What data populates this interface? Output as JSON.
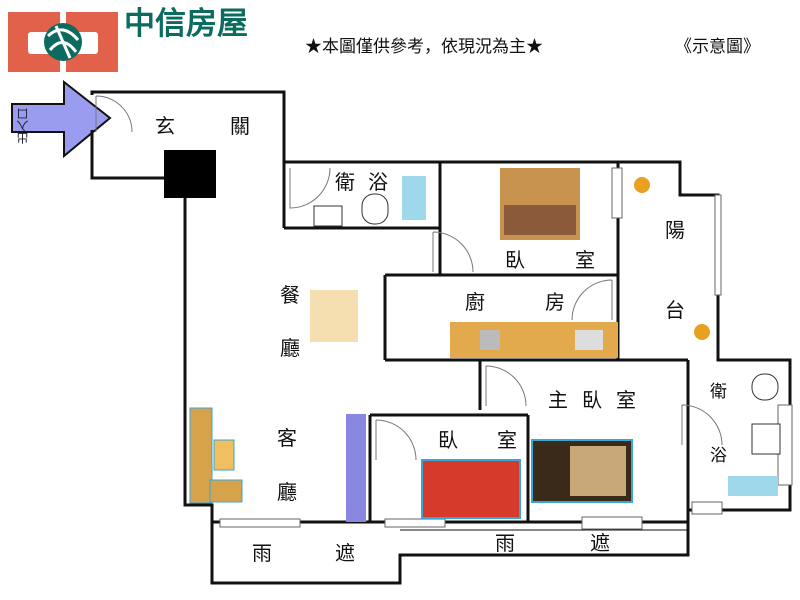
{
  "brand": {
    "name": "中信房屋",
    "logo_color": "#e2614a",
    "text_color": "#0b6b5e"
  },
  "header": {
    "note": "★本圖僅供參考，依現況為主★",
    "diagram_tag": "《示意圖》"
  },
  "entrance": {
    "label": "出入口",
    "arrow_color": "#9a9cf0"
  },
  "rooms": {
    "foyer": [
      "玄",
      "關"
    ],
    "bath1": [
      "衛",
      "浴"
    ],
    "bedroom1": [
      "臥",
      "室"
    ],
    "balcony": [
      "陽",
      "台"
    ],
    "dining": [
      "餐",
      "廳"
    ],
    "kitchen": [
      "廚",
      "房"
    ],
    "master": "主臥室",
    "bath2": [
      "衛",
      "浴"
    ],
    "living": [
      "客",
      "廳"
    ],
    "bedroom2": [
      "臥",
      "室"
    ],
    "awning1": [
      "雨",
      "遮"
    ],
    "awning2": [
      "雨",
      "遮"
    ]
  }
}
